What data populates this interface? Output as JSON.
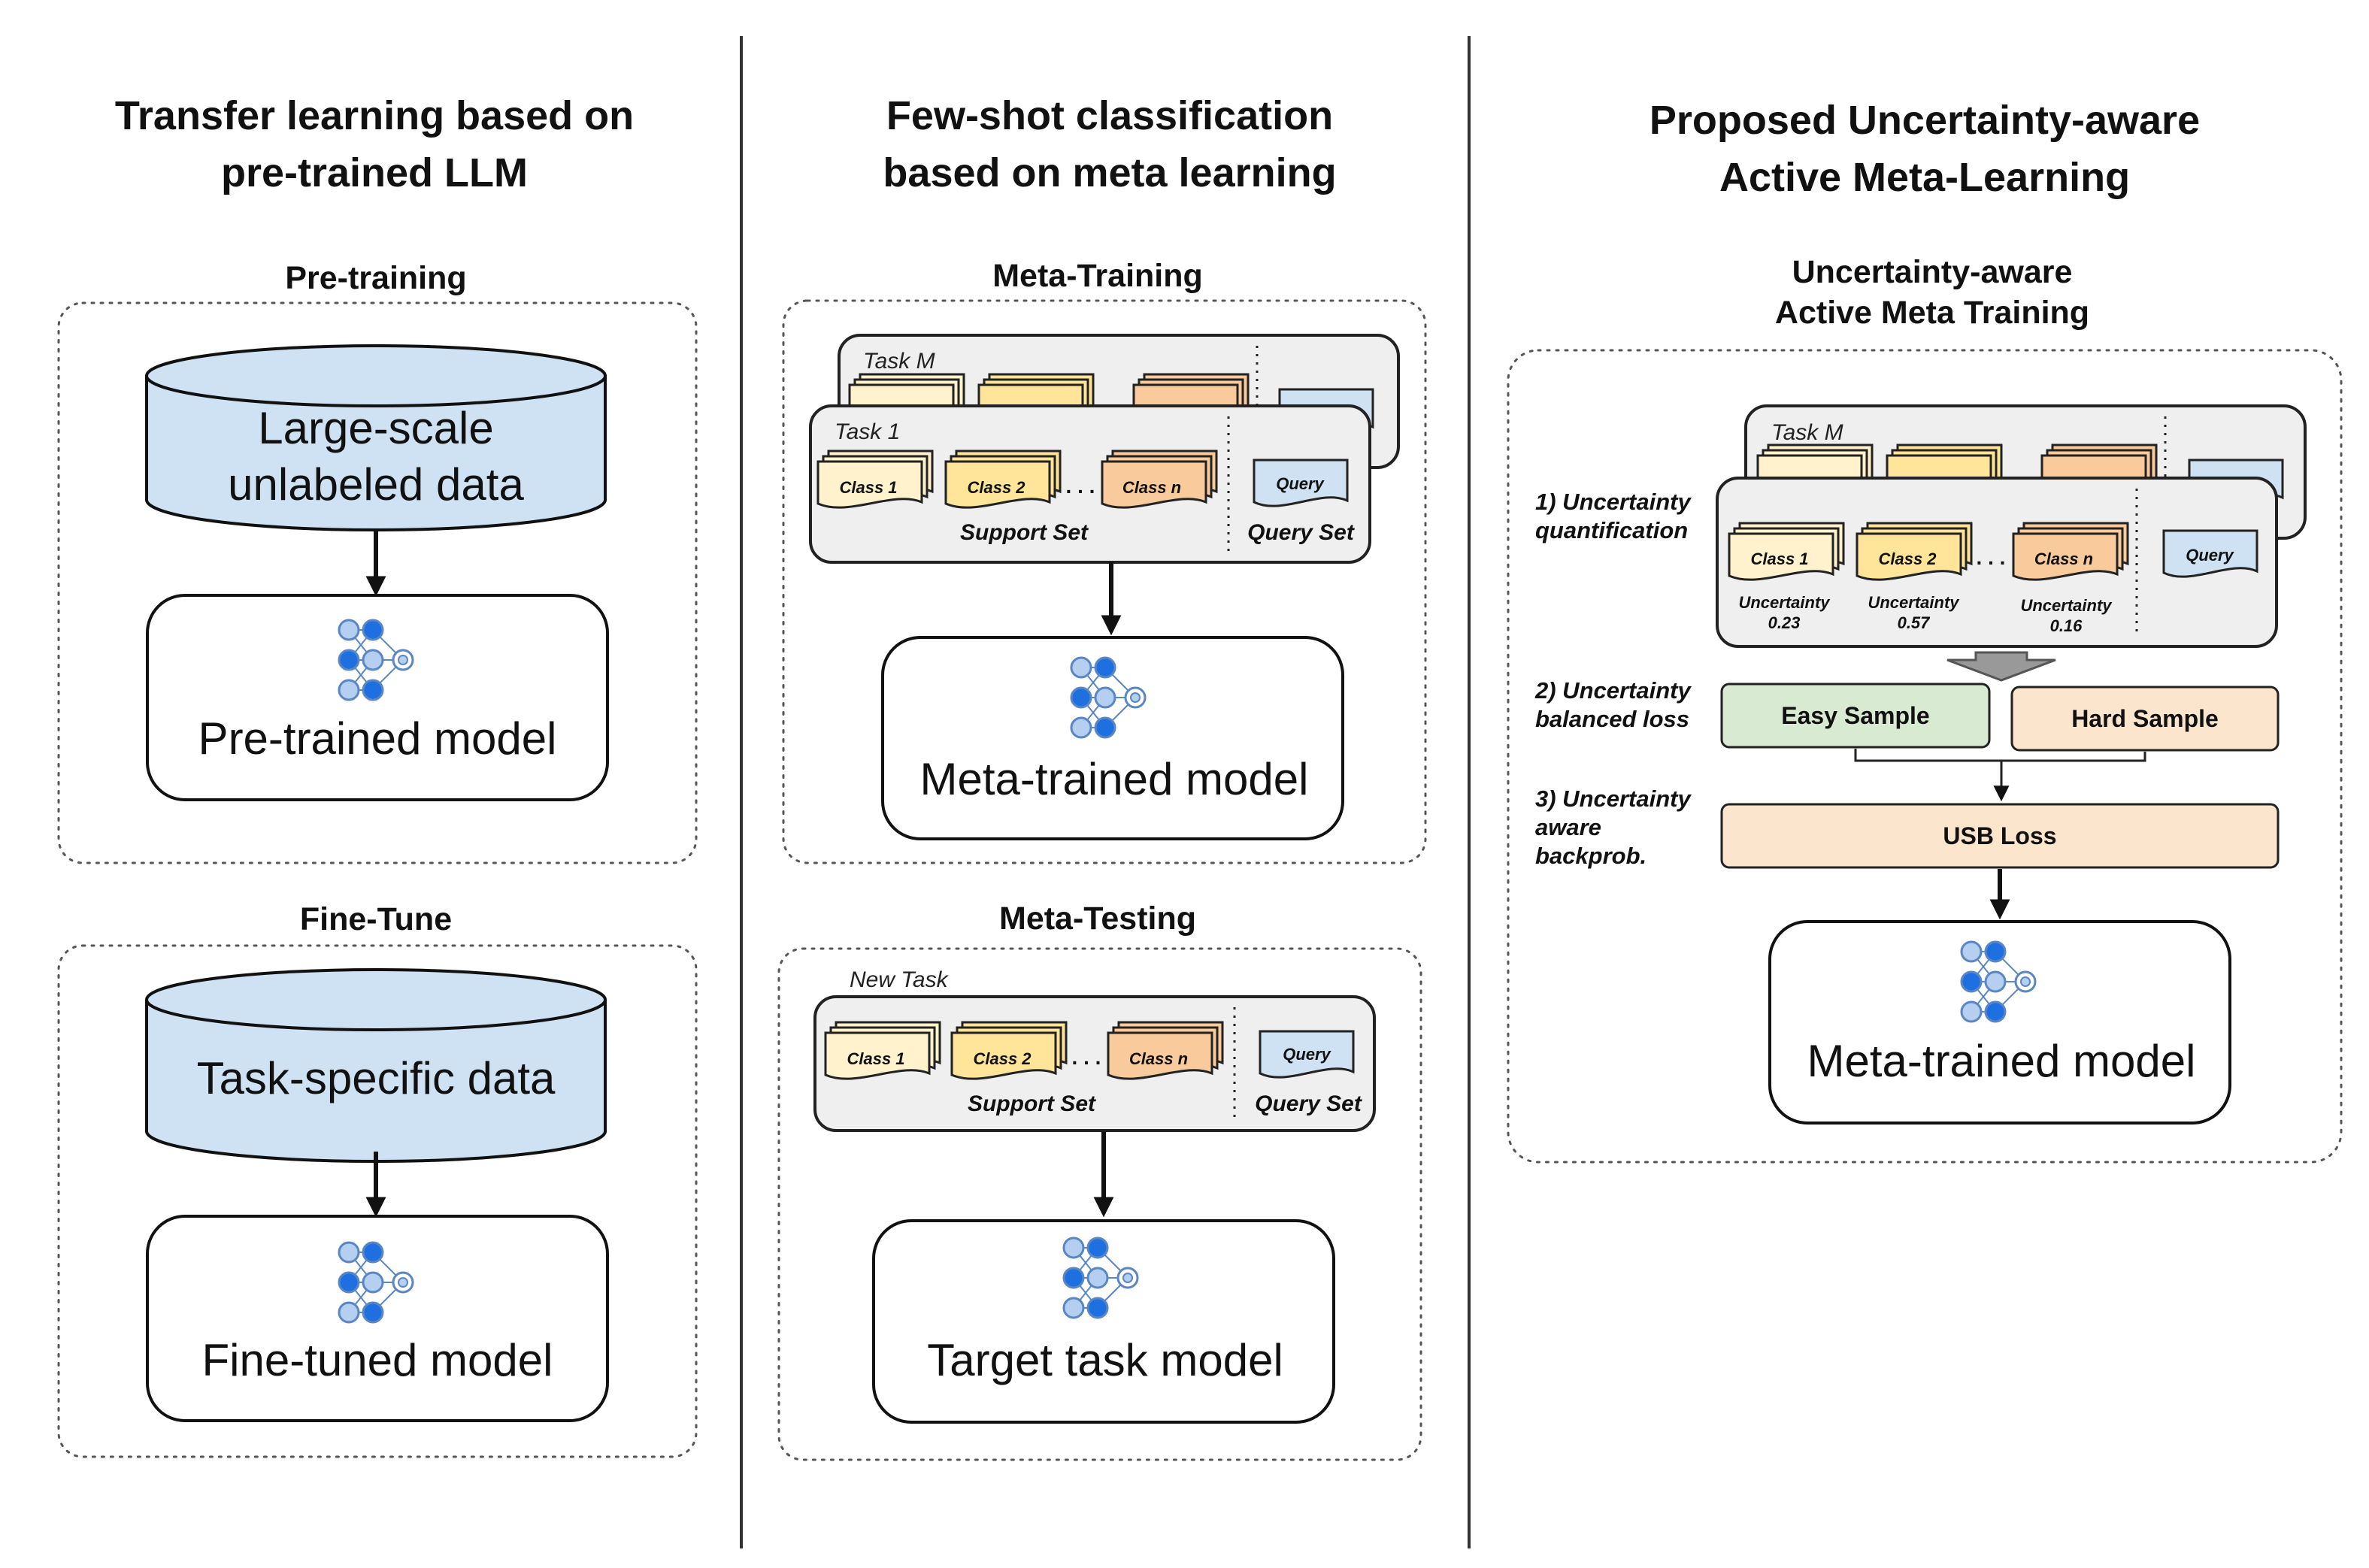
{
  "left": {
    "title_line1": "Transfer learning based on",
    "title_line2": "pre-trained LLM",
    "pretraining": {
      "header": "Pre-training",
      "data_line1": "Large-scale",
      "data_line2": "unlabeled data",
      "model": "Pre-trained model"
    },
    "finetune": {
      "header": "Fine-Tune",
      "data": "Task-specific data",
      "model": "Fine-tuned model"
    }
  },
  "middle": {
    "title_line1": "Few-shot classification",
    "title_line2": "based on meta learning",
    "meta_training": {
      "header": "Meta-Training",
      "task_back": "Task M",
      "task_front": "Task 1",
      "classes": [
        "Class 1",
        "Class 2",
        "Class n"
      ],
      "ellipsis": ". . .",
      "query": "Query",
      "support_set": "Support Set",
      "query_set": "Query Set",
      "model": "Meta-trained model"
    },
    "meta_testing": {
      "header": "Meta-Testing",
      "task": "New Task",
      "classes": [
        "Class 1",
        "Class 2",
        "Class n"
      ],
      "ellipsis": ". . .",
      "query": "Query",
      "support_set": "Support Set",
      "query_set": "Query Set",
      "model": "Target task model"
    }
  },
  "right": {
    "title_line1": "Proposed Uncertainty-aware",
    "title_line2": "Active Meta-Learning",
    "section_line1": "Uncertainty-aware",
    "section_line2": "Active Meta Training",
    "task_back": "Task M",
    "classes": [
      "Class 1",
      "Class 2",
      "Class n"
    ],
    "ellipsis": ". . .",
    "query": "Query",
    "uncertainty_label": "Uncertainty",
    "uncertainty_values": [
      "0.23",
      "0.57",
      "0.16"
    ],
    "step1": [
      "1) Uncertainty",
      "quantification"
    ],
    "step2": [
      "2) Uncertainty",
      "balanced loss"
    ],
    "step3": [
      "3) Uncertainty",
      "aware",
      "backprob."
    ],
    "easy_sample": "Easy Sample",
    "hard_sample": "Hard Sample",
    "usb_loss": "USB Loss",
    "model": "Meta-trained model"
  },
  "colors": {
    "database_fill": "#cfe2f3",
    "class1": "#fff2cc",
    "class2": "#ffe599",
    "classn": "#f9cb9c",
    "query": "#cfe2f3",
    "task_panel": "#efefef",
    "easy": "#d9ead3",
    "hard": "#fce5cd",
    "usb": "#fce5cd",
    "network_light": "#b4cff0",
    "network_dark": "#1e6fe0"
  }
}
